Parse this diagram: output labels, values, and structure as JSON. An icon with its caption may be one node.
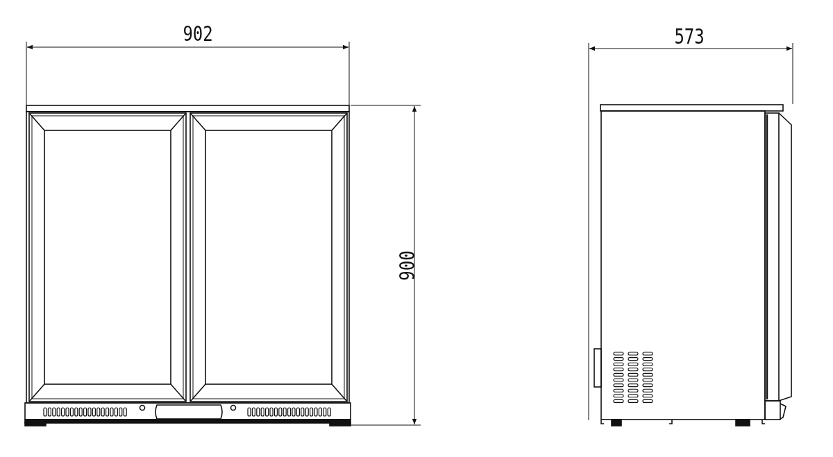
{
  "diagram": {
    "labels": [
      "902",
      "900",
      "573"
    ]
  }
}
